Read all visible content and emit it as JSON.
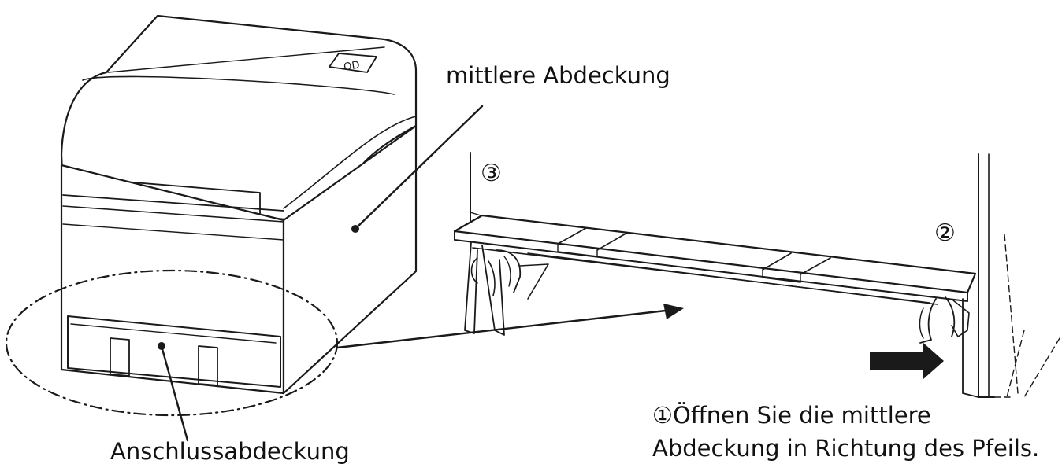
{
  "labels": {
    "middle_cover": "mittlere Abdeckung",
    "connector_cover": "Anschlussabdeckung",
    "step_marker_2": "②",
    "step_marker_3": "③",
    "step1_line1": "①Öffnen Sie die mittlere",
    "step1_line2": "Abdeckung in Richtung des Pfeils."
  },
  "colors": {
    "line": "#1a1a1a",
    "background": "#ffffff"
  }
}
